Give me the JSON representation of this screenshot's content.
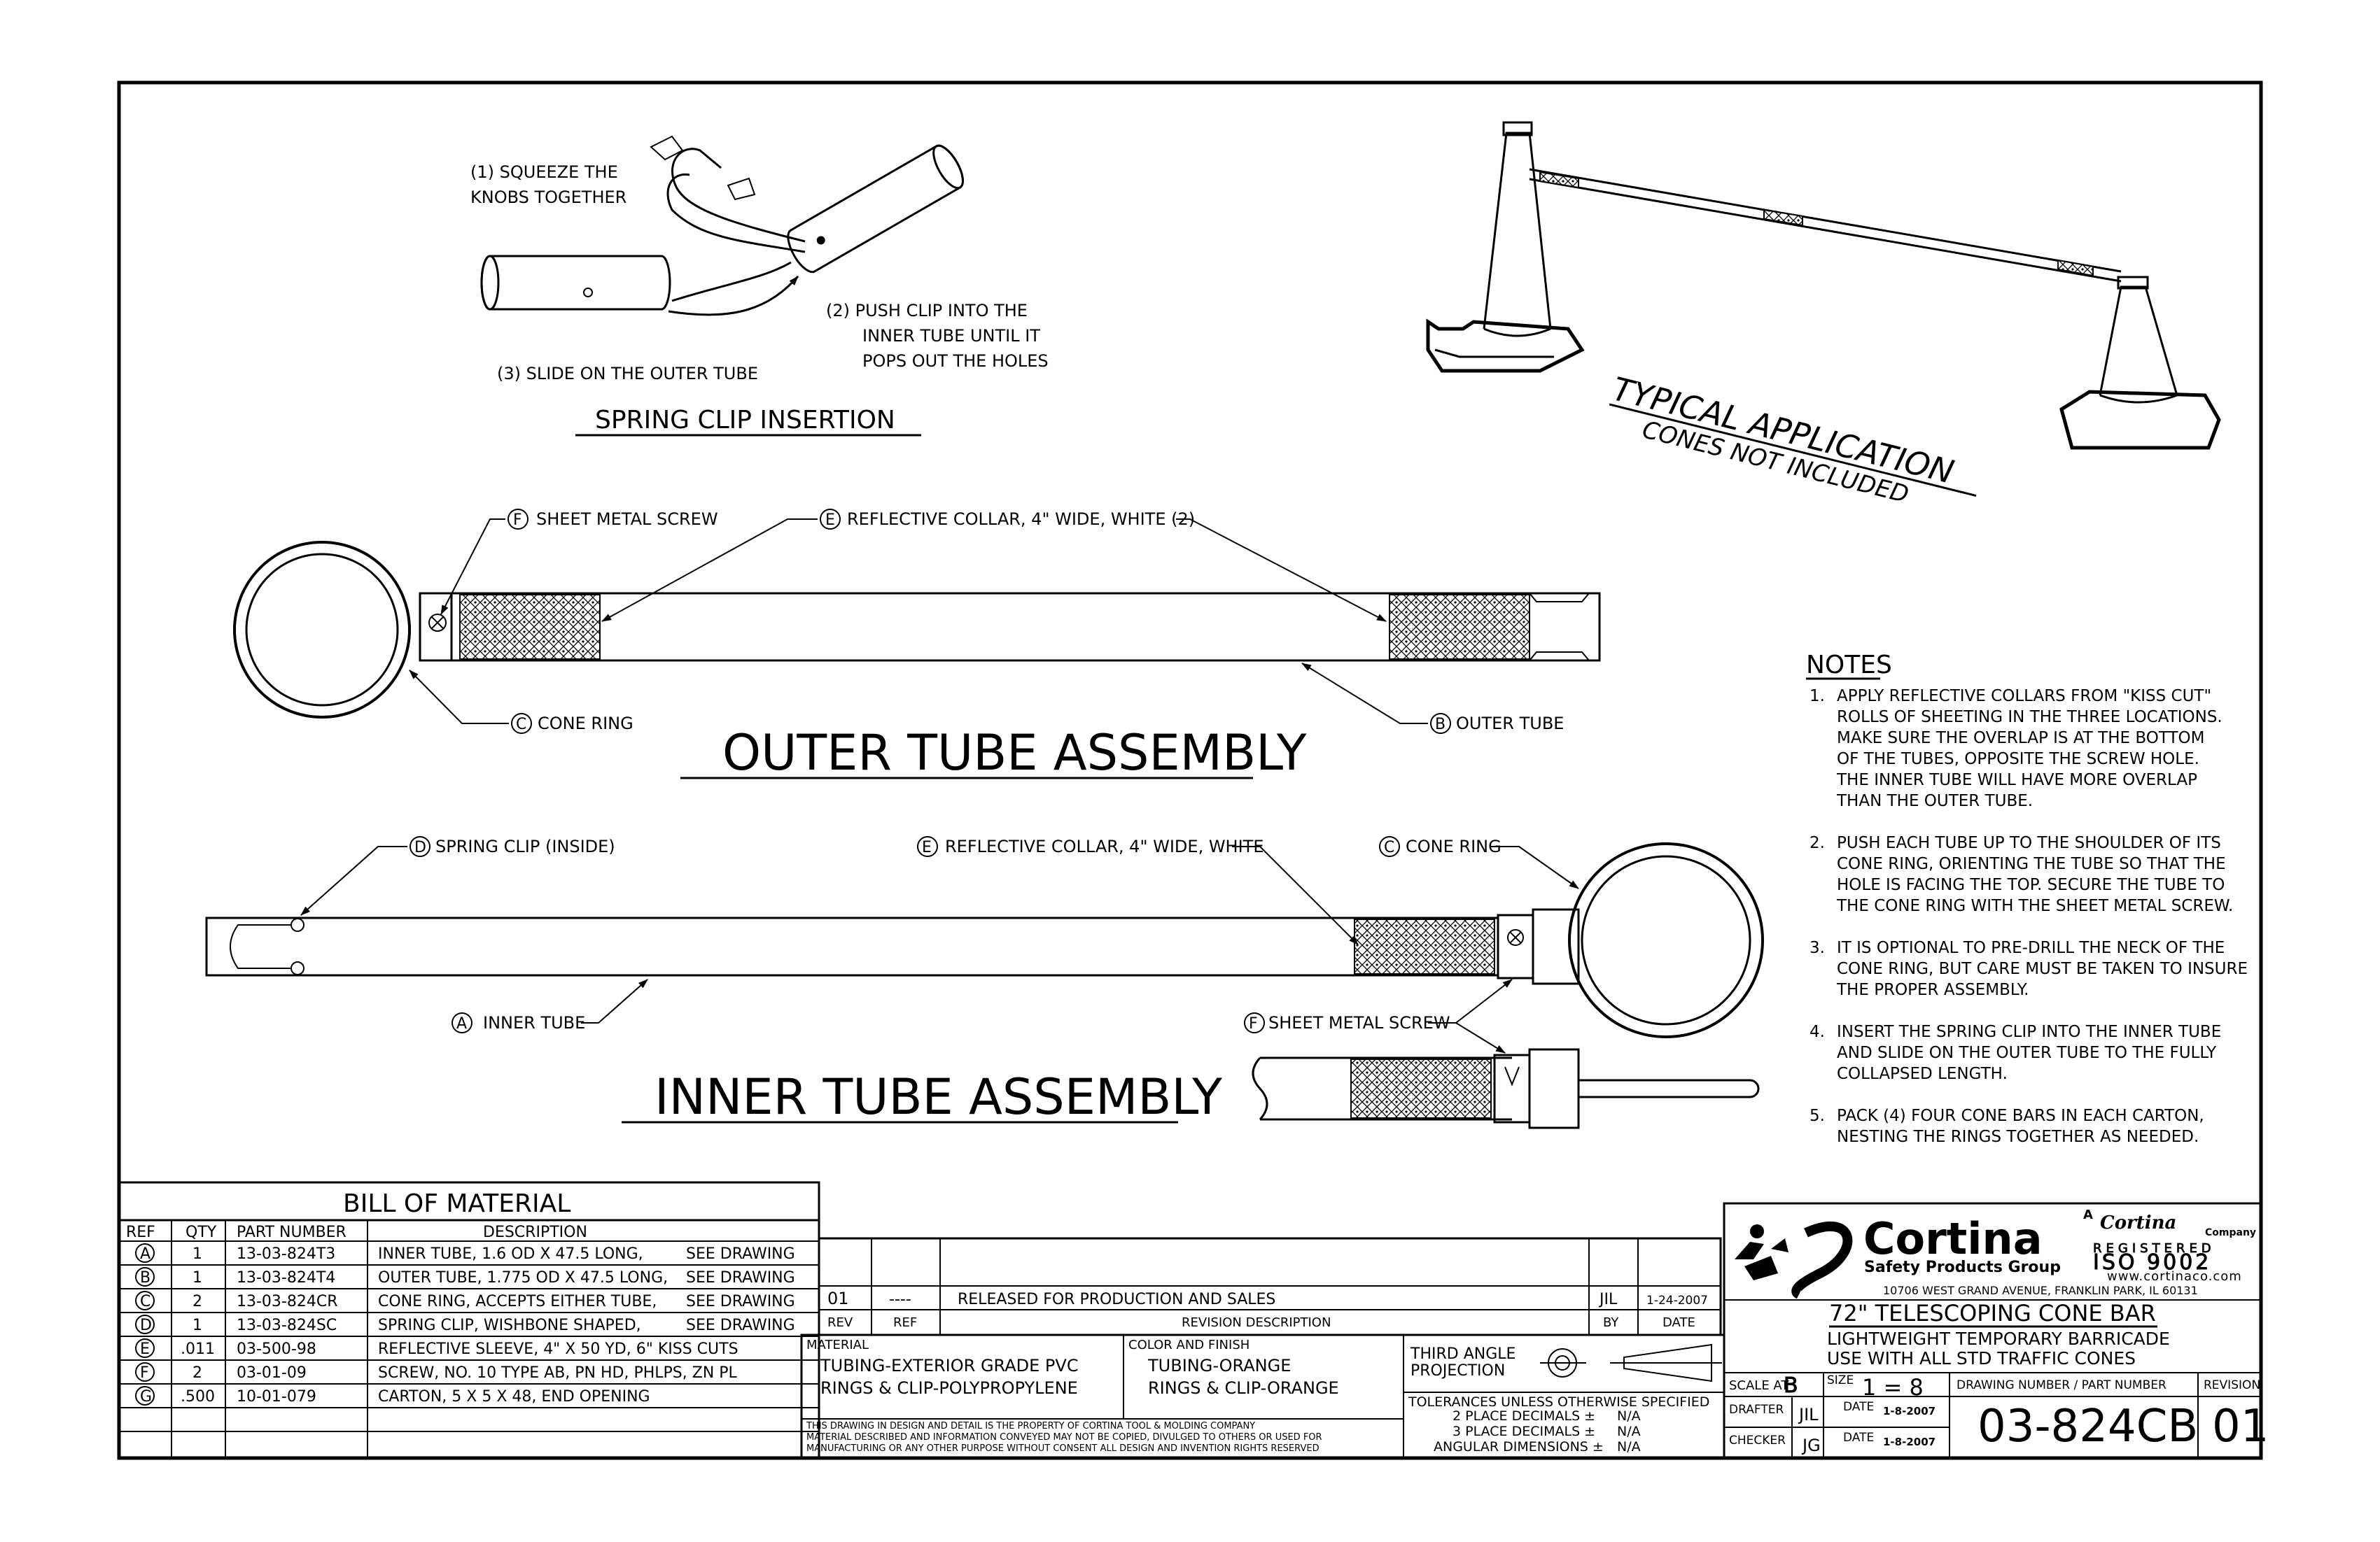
{
  "spring_clip": {
    "step1_line1": "(1) SQUEEZE THE",
    "step1_line2": "KNOBS TOGETHER",
    "step2_line1": "(2) PUSH CLIP INTO THE",
    "step2_line2": "INNER TUBE UNTIL IT",
    "step2_line3": "POPS OUT THE HOLES",
    "step3": "(3) SLIDE ON THE OUTER TUBE",
    "title": "SPRING CLIP INSERTION"
  },
  "typical_application": {
    "title": "TYPICAL APPLICATION",
    "subtitle": "CONES NOT INCLUDED"
  },
  "outer_tube": {
    "label_screw": "SHEET METAL SCREW",
    "label_screw_ref": "F",
    "label_collar": "REFLECTIVE COLLAR, 4\" WIDE, WHITE (2)",
    "label_collar_ref": "E",
    "label_cone_ring": "CONE RING",
    "label_cone_ring_ref": "C",
    "label_tube": "OUTER TUBE",
    "label_tube_ref": "B",
    "title": "OUTER TUBE ASSEMBLY"
  },
  "inner_tube": {
    "label_clip": "SPRING CLIP (INSIDE)",
    "label_clip_ref": "D",
    "label_collar": "REFLECTIVE COLLAR, 4\" WIDE, WHITE",
    "label_collar_ref": "E",
    "label_cone_ring": "CONE RING",
    "label_cone_ring_ref": "C",
    "label_tube": "INNER TUBE",
    "label_tube_ref": "A",
    "label_screw": "SHEET METAL SCREW",
    "label_screw_ref": "F",
    "title": "INNER TUBE ASSEMBLY"
  },
  "notes": {
    "title": "NOTES",
    "items": [
      [
        "1.",
        "APPLY REFLECTIVE COLLARS FROM \"KISS CUT\"",
        "ROLLS OF SHEETING IN THE THREE LOCATIONS.",
        "MAKE SURE THE OVERLAP IS AT THE BOTTOM",
        "OF THE TUBES, OPPOSITE THE SCREW HOLE.",
        "THE INNER TUBE WILL HAVE MORE OVERLAP",
        "THAN THE OUTER TUBE."
      ],
      [
        "2.",
        "PUSH EACH TUBE UP TO THE SHOULDER OF ITS",
        "CONE RING,  ORIENTING THE TUBE SO THAT THE",
        "HOLE IS FACING THE TOP.  SECURE THE TUBE TO",
        "THE CONE RING WITH THE SHEET METAL SCREW."
      ],
      [
        "3.",
        "IT IS OPTIONAL TO PRE-DRILL THE NECK OF THE",
        "CONE RING, BUT CARE MUST BE TAKEN TO INSURE",
        "THE PROPER ASSEMBLY."
      ],
      [
        "4.",
        "INSERT THE SPRING CLIP INTO THE INNER TUBE",
        "AND SLIDE ON THE OUTER TUBE TO THE FULLY",
        "COLLAPSED LENGTH."
      ],
      [
        "5.",
        "PACK (4) FOUR CONE BARS IN EACH CARTON,",
        "NESTING THE RINGS TOGETHER AS NEEDED."
      ]
    ]
  },
  "bom": {
    "title": "BILL OF MATERIAL",
    "headers": [
      "REF",
      "QTY",
      "PART NUMBER",
      "DESCRIPTION"
    ],
    "rows": [
      [
        "A",
        "1",
        "13-03-824T3",
        "INNER TUBE, 1.6 OD X 47.5 LONG,",
        "SEE DRAWING"
      ],
      [
        "B",
        "1",
        "13-03-824T4",
        "OUTER TUBE, 1.775 OD X 47.5 LONG,",
        "SEE DRAWING"
      ],
      [
        "C",
        "2",
        "13-03-824CR",
        "CONE RING, ACCEPTS EITHER TUBE,",
        "SEE DRAWING"
      ],
      [
        "D",
        "1",
        "13-03-824SC",
        "SPRING CLIP, WISHBONE SHAPED,",
        "SEE DRAWING"
      ],
      [
        "E",
        ".011",
        "03-500-98",
        "REFLECTIVE SLEEVE, 4\" X 50 YD, 6\" KISS CUTS",
        ""
      ],
      [
        "F",
        "2",
        "03-01-09",
        "SCREW, NO. 10 TYPE AB, PN HD, PHLPS, ZN PL",
        ""
      ],
      [
        "G",
        ".500",
        "10-01-079",
        "CARTON, 5 X 5 X 48, END OPENING",
        ""
      ]
    ]
  },
  "revision": {
    "rev": "01",
    "ref": "----",
    "description": "RELEASED FOR PRODUCTION AND SALES",
    "by": "JIL",
    "date": "1-24-2007",
    "h_rev": "REV",
    "h_ref": "REF",
    "h_desc": "REVISION DESCRIPTION",
    "h_by": "BY",
    "h_date": "DATE"
  },
  "material": {
    "label": "MATERIAL",
    "line1": "TUBING-EXTERIOR GRADE PVC",
    "line2": "RINGS & CLIP-POLYPROPYLENE",
    "color_label": "COLOR AND FINISH",
    "color_line1": "TUBING-ORANGE",
    "color_line2": "RINGS & CLIP-ORANGE"
  },
  "projection": {
    "line1": "THIRD ANGLE",
    "line2": "PROJECTION"
  },
  "tolerances": {
    "title": "TOLERANCES UNLESS OTHERWISE SPECIFIED",
    "l1": "2 PLACE DECIMALS ±",
    "v1": "N/A",
    "l2": "3 PLACE DECIMALS ±",
    "v2": "N/A",
    "l3": "ANGULAR DIMENSIONS ±",
    "v3": "N/A"
  },
  "proprietary": {
    "line1": "THIS DRAWING IN DESIGN AND DETAIL IS THE PROPERTY OF CORTINA TOOL & MOLDING COMPANY",
    "line2": "MATERIAL DESCRIBED AND INFORMATION CONVEYED MAY NOT BE COPIED, DIVULGED TO OTHERS OR USED FOR",
    "line3": "MANUFACTURING OR ANY OTHER PURPOSE WITHOUT CONSENT          ALL DESIGN AND INVENTION RIGHTS RESERVED"
  },
  "company": {
    "name": "Cortina",
    "sub": "Safety Products Group",
    "parent_a": "A",
    "parent": "Cortina",
    "parent_co": "Company",
    "registered": "REGISTERED",
    "iso": "ISO 9002",
    "website": "www.cortinaco.com",
    "address": "10706 WEST GRAND AVENUE, FRANKLIN PARK, IL 60131"
  },
  "title_block": {
    "title": "72\" TELESCOPING CONE BAR",
    "sub1": "LIGHTWEIGHT TEMPORARY BARRICADE",
    "sub2": "USE WITH ALL STD TRAFFIC CONES",
    "scale_at_label": "SCALE AT",
    "scale_at": "B",
    "size_label": "SIZE",
    "scale": "1 = 8",
    "part_label": "DRAWING NUMBER / PART NUMBER",
    "revision_label": "REVISION",
    "part_number": "03-824CB",
    "revision": "01",
    "drafter_label": "DRAFTER",
    "drafter": "JIL",
    "drafter_date_label": "DATE",
    "drafter_date": "1-8-2007",
    "checker_label": "CHECKER",
    "checker": "JG",
    "checker_date_label": "DATE",
    "checker_date": "1-8-2007"
  }
}
